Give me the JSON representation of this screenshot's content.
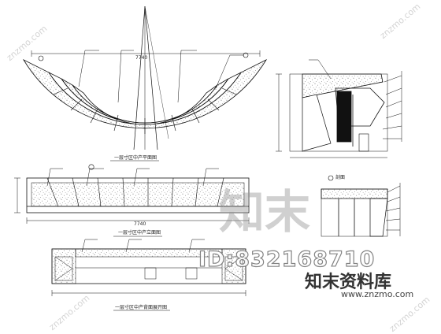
{
  "drawing": {
    "views": {
      "plan_caption": "一层寸区中产平面图",
      "front_elevation_caption": "一层寸区中产立面图",
      "rear_elevation_caption": "一层寸区中产背面展开图",
      "section_caption": "剖面"
    },
    "dimension_text": {
      "plan_width": "7740",
      "front_width": "7740"
    }
  },
  "watermarks": {
    "id_text": "ID:832168710",
    "logo_glyphs": "知末",
    "site_name": "知末资料库",
    "site_url": "www.znzmo.com",
    "corner_url": "znzmo.com"
  }
}
